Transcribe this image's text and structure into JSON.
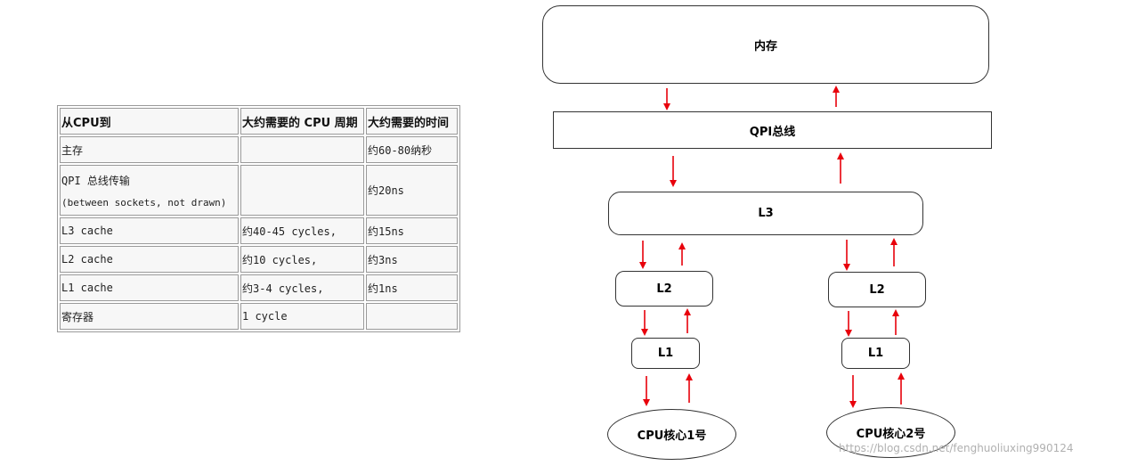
{
  "table": {
    "header": [
      "从CPU到",
      "大约需要的 CPU 周期",
      "大约需要的时间"
    ],
    "rows": [
      {
        "c1": "主存",
        "c1_sub": "",
        "c2": "",
        "c3": "约60-80纳秒"
      },
      {
        "c1": "QPI 总线传输",
        "c1_sub": "(between sockets, not drawn)",
        "c2": "",
        "c3": "约20ns"
      },
      {
        "c1": "L3 cache",
        "c1_sub": "",
        "c2": "约40-45 cycles,",
        "c3": "约15ns"
      },
      {
        "c1": "L2 cache",
        "c1_sub": "",
        "c2": "约10 cycles,",
        "c3": "约3ns"
      },
      {
        "c1": "L1 cache",
        "c1_sub": "",
        "c2": "约3-4 cycles,",
        "c3": "约1ns"
      },
      {
        "c1": "寄存器",
        "c1_sub": "",
        "c2": "1 cycle",
        "c3": ""
      }
    ]
  },
  "diagram": {
    "memory": "内存",
    "qpi": "QPI总线",
    "l3": "L3",
    "l2_left": "L2",
    "l2_right": "L2",
    "l1_left": "L1",
    "l1_right": "L1",
    "core1": "CPU核心1号",
    "core2": "CPU核心2号",
    "arrow_color": "#e8000b"
  },
  "watermark": "https://blog.csdn.net/fenghuoliuxing990124"
}
